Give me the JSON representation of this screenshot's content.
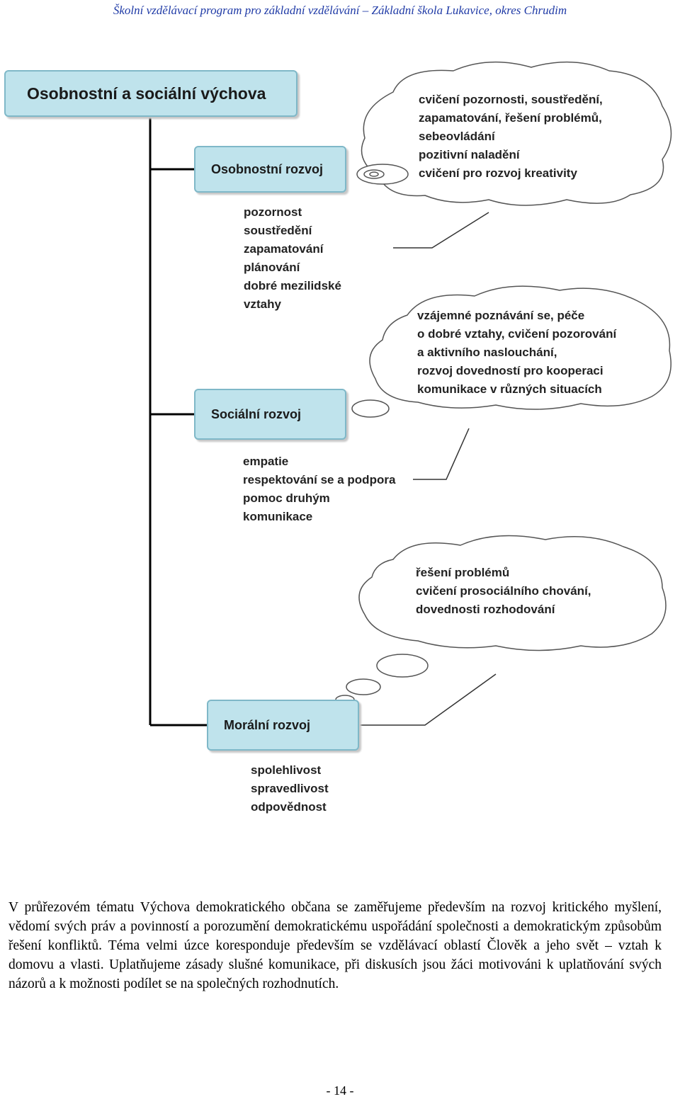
{
  "header": "Školní vzdělávací program pro základní vzdělávání – Základní škola Lukavice, okres Chrudim",
  "diagram": {
    "main_title": "Osobnostní a sociální výchova",
    "branches": [
      {
        "title": "Osobnostní rozvoj",
        "items": [
          "pozornost",
          "soustředění",
          "zapamatování",
          "plánování",
          "dobré mezilidské",
          "vztahy"
        ],
        "cloud": [
          "cvičení pozornosti, soustředění,",
          "zapamatování, řešení problémů,",
          "sebeovládání",
          "pozitivní naladění",
          "cvičení pro rozvoj kreativity"
        ]
      },
      {
        "title": "Sociální rozvoj",
        "items": [
          "empatie",
          "respektování se a podpora",
          "pomoc druhým",
          "komunikace"
        ],
        "cloud": [
          "vzájemné poznávání se, péče",
          "o dobré vztahy, cvičení pozorování",
          "a aktivního naslouchání,",
          "rozvoj dovedností pro kooperaci",
          "komunikace v různých situacích"
        ]
      },
      {
        "title": "Morální rozvoj",
        "items": [
          "spolehlivost",
          "spravedlivost",
          "odpovědnost"
        ],
        "cloud": [
          "řešení problémů",
          "cvičení prosociálního chování,",
          "dovednosti rozhodování"
        ]
      }
    ]
  },
  "paragraph": "V průřezovém tématu Výchova demokratického občana se zaměřujeme především na rozvoj kritického myšlení, vědomí svých práv a povinností a porozumění demokratickému uspořádání společnosti a demokratickým způsobům řešení konfliktů. Téma velmi úzce koresponduje především se vzdělávací oblastí Člověk a jeho svět – vztah k domovu a vlasti. Uplatňujeme zásady slušné komunikace, při diskusích jsou žáci motivováni k uplatňování svých názorů a k možnosti podílet se na společných rozhodnutích.",
  "page_number": "- 14 -"
}
